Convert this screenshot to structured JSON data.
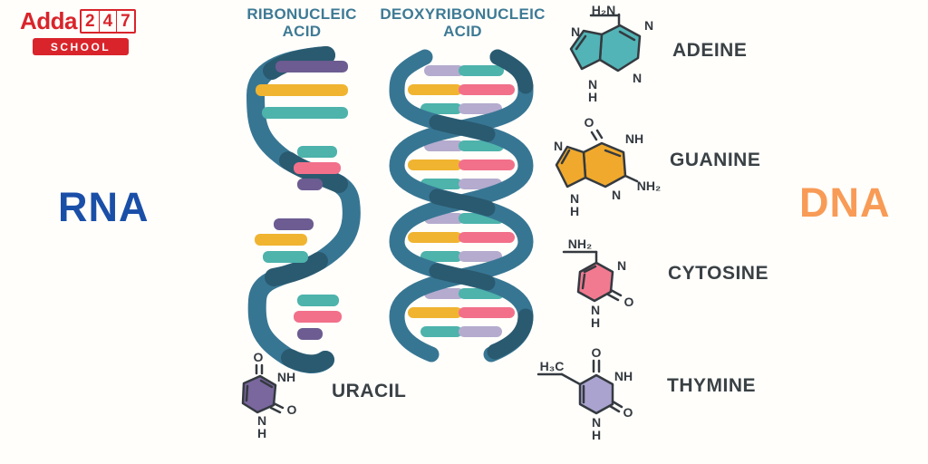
{
  "logo": {
    "brand": "Adda",
    "digits": [
      "2",
      "4",
      "7"
    ],
    "school": "SCHOOL"
  },
  "columns": {
    "rna_title": {
      "line1": "RIBONUCLEIC",
      "line2": "ACID"
    },
    "dna_title": {
      "line1": "DEOXYRIBONUCLEIC",
      "line2": "ACID"
    }
  },
  "side_labels": {
    "rna": "RNA",
    "dna": "DNA"
  },
  "bases": {
    "adenine": {
      "label": "ADEINE",
      "atoms": {
        "amino": "H₂N",
        "n_top_left": "N",
        "n_top_right": "N",
        "n_bottom_right": "N",
        "ring_n": "N",
        "ring_h": "H"
      }
    },
    "guanine": {
      "label": "GUANINE",
      "atoms": {
        "o": "O",
        "nh": "NH",
        "amino": "NH₂",
        "n_left": "N",
        "n_bottom": "N",
        "ring_n": "N",
        "ring_h": "H"
      }
    },
    "cytosine": {
      "label": "CYTOSINE",
      "atoms": {
        "amino": "NH₂",
        "n": "N",
        "o": "O",
        "ring_n": "N",
        "ring_h": "H"
      }
    },
    "thymine": {
      "label": "THYMINE",
      "atoms": {
        "methyl": "H₃C",
        "o_top": "O",
        "nh": "NH",
        "o_right": "O",
        "ring_n": "N",
        "ring_h": "H"
      }
    },
    "uracil": {
      "label": "URACIL",
      "atoms": {
        "o_top": "O",
        "nh": "NH",
        "o_right": "O",
        "ring_n": "N",
        "ring_h": "H"
      }
    }
  },
  "colors": {
    "logo_red": "#d9242b",
    "title_teal": "#3e7a95",
    "rna_blue": "#1a4fa8",
    "dna_orange": "#f89b56",
    "strand": "#377693",
    "strand_dark": "#2a5a70",
    "bar_yellow": "#f0b431",
    "bar_pink": "#f2708a",
    "bar_teal": "#4db3ab",
    "bar_lavender": "#b4abce",
    "bar_purple": "#6c5c91",
    "adenine_fill": "#52b4b6",
    "guanine_fill": "#f0a92c",
    "cytosine_fill": "#f27a90",
    "thymine_fill": "#aaa3cf",
    "uracil_fill": "#7a679e",
    "ink": "#343a40"
  }
}
